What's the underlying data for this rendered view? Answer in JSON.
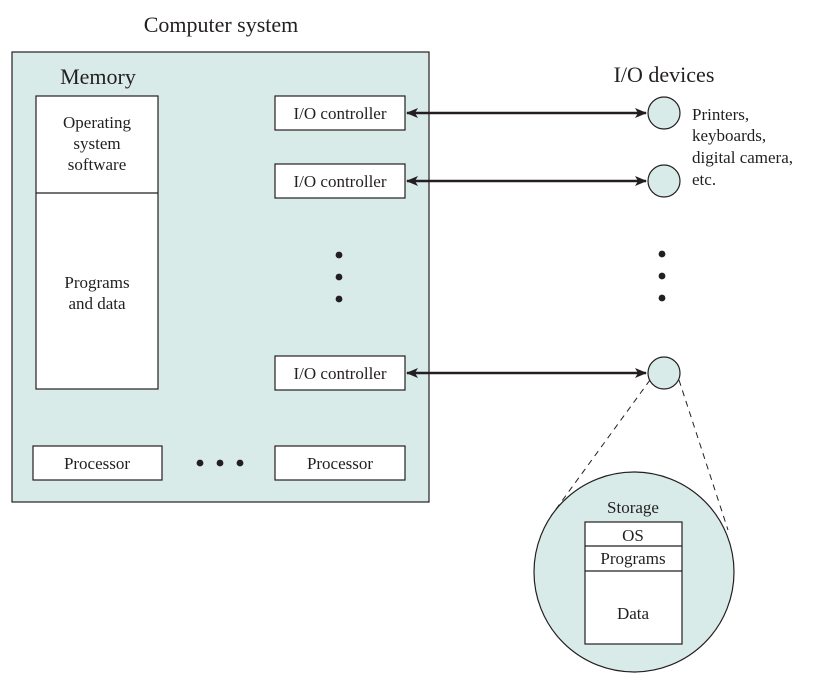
{
  "title": "Computer system",
  "memory": {
    "label": "Memory",
    "os_lines": [
      "Operating",
      "system",
      "software"
    ],
    "programs_lines": [
      "Programs",
      "and data"
    ]
  },
  "controllers": [
    "I/O controller",
    "I/O controller",
    "I/O controller"
  ],
  "processors": [
    "Processor",
    "Processor"
  ],
  "io_devices": {
    "label": "I/O devices",
    "note_lines": [
      "Printers,",
      "keyboards,",
      "digital camera,",
      "etc."
    ]
  },
  "storage": {
    "label": "Storage",
    "os": "OS",
    "programs": "Programs",
    "data": "Data"
  },
  "colors": {
    "tint": "#d9ebe8",
    "ink": "#231f20"
  }
}
